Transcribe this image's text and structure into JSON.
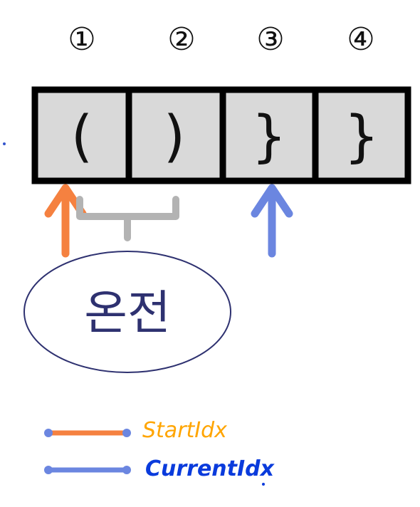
{
  "indices": [
    "①",
    "②",
    "③",
    "④"
  ],
  "cells": [
    "(",
    ")",
    "}",
    "}"
  ],
  "state_label": "온전",
  "legend": {
    "start": {
      "label": "StartIdx",
      "color": "#f58140"
    },
    "current": {
      "label": "CurrentIdx",
      "color": "#6b86e0"
    }
  },
  "colors": {
    "cell_fill": "#d9d9d9",
    "cell_border": "#000000",
    "bracket": "#b3b3b3",
    "ellipse_stroke": "#2e3170"
  }
}
